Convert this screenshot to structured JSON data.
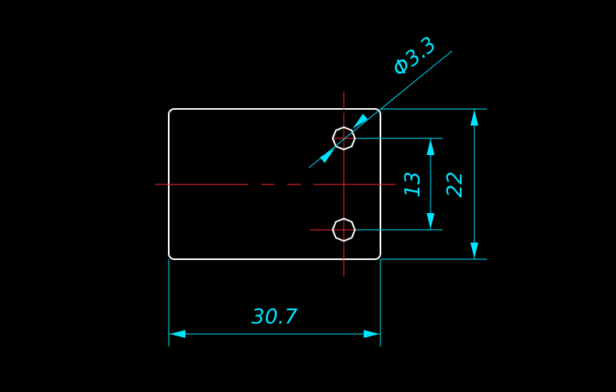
{
  "colors": {
    "background": "#000000",
    "outline": "#ffffff",
    "centerline": "#ff2a2a",
    "dimension": "#00e5ff"
  },
  "dimensions": {
    "width_label": "30.7",
    "height_label": "22",
    "hole_spacing_label": "13",
    "hole_diameter_label": "Φ3.3"
  }
}
